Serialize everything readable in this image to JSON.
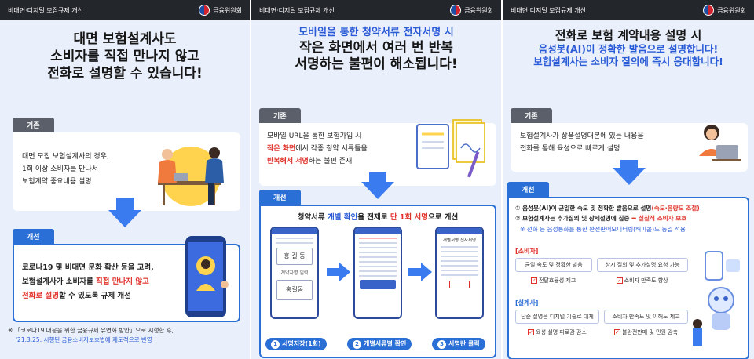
{
  "panels": [
    {
      "header_title": "비대면·디지털 모집규제 개선",
      "org_name": "금융위원회",
      "headline": [
        "대면 보험설계사도",
        "소비자를 직접 만나지 않고",
        "전화로 설명할 수 있습니다!"
      ],
      "before_tag": "기존",
      "before_text": [
        "대면 모집 보험설계사의 경우,",
        "1회 이상 소비자를 만나서",
        "보험계약 중요내용 설명"
      ],
      "after_tag": "개선",
      "after_text_1a": "코로나19 및 비대면 문화 확산 등을 고려,",
      "after_text_2a": "보험설계사가 소비자를 ",
      "after_text_2b": "직접 만나지 않고",
      "after_text_3a": "전화로 설명",
      "after_text_3b": "할 수 있도록 규제 개선",
      "footnote_1": "※ 「코로나19 대응을 위한 금융규제 유연화 방안」으로 시행한 후,",
      "footnote_2": "'21.3.25. 시행된 금융소비자보호법에 제도적으로 반영"
    },
    {
      "header_title": "비대면·디지털 모집규제 개선",
      "org_name": "금융위원회",
      "headline_blue": "모바일을 통한 청약서류 전자서명 시",
      "headline": [
        "작은 화면에서 여러 번 반복",
        "서명하는 불편이 해소됩니다!"
      ],
      "before_tag": "기존",
      "before_text_1": "모바일 URL을 통한 보험가입 시",
      "before_text_2a": "작은 화면",
      "before_text_2b": "에서 각종 청약 서류들을",
      "before_text_3a": "반복해서 서명",
      "before_text_3b": "하는 불편 존재",
      "after_tag": "개선",
      "after_title_a": "청약서류 ",
      "after_title_b": "개별 확인",
      "after_title_c": "을 전제로 ",
      "after_title_d": "단 1회 서명",
      "after_title_e": "으로 개선",
      "phone1_sig1": "홍 길 동",
      "phone1_label": "계약자명 입력",
      "phone1_sig2": "홍길동",
      "phone3_title": "개별서명 전자서명",
      "steps": [
        {
          "num": "1",
          "label": "서명저장(1회)"
        },
        {
          "num": "2",
          "label": "개별서류별 확인"
        },
        {
          "num": "3",
          "label": "서명란 클릭"
        }
      ]
    },
    {
      "header_title": "비대면·디지털 모집규제 개선",
      "org_name": "금융위원회",
      "headline": "전화로 보험 계약내용 설명 시",
      "headline_blue": [
        "음성봇(AI)이 정확한 발음으로 설명합니다!",
        "보험설계사는 소비자 질의에 즉시 응대합니다!"
      ],
      "before_tag": "기존",
      "before_text": [
        "보험설계사가 상품설명대본에 있는 내용을",
        "전화를 통해 육성으로 빠르게 설명"
      ],
      "after_tag": "개선",
      "after_1a": "① 음성봇(AI)이 균일한 속도 및 정확한 발음으로 설명",
      "after_1b": "(속도·음량도 조절)",
      "after_2a": "② 보험설계사는 추가질의 및 상세설명에 집중 ",
      "after_2b": "➡ 실질적 소비자 보호",
      "after_3": "※ 전화 등 음성통화를 통한 완전판매모니터링(해피콜)도 동일 적용",
      "consumer_label": "[소비자]",
      "consumer_chips": [
        "균일 속도 및 정확한 발음",
        "상시 질의 및 추가설명 요청 가능"
      ],
      "consumer_checks": [
        "전달효율성 제고",
        "소비자 만족도 향상"
      ],
      "agent_label": "[설계사]",
      "agent_chips": [
        "단순 설명은 디지털 기술로 대체",
        "소비자 만족도 및 이해도 제고"
      ],
      "agent_checks": [
        "육성 설명 피로감 감소",
        "불완전판매 및 민원 감축"
      ]
    }
  ]
}
